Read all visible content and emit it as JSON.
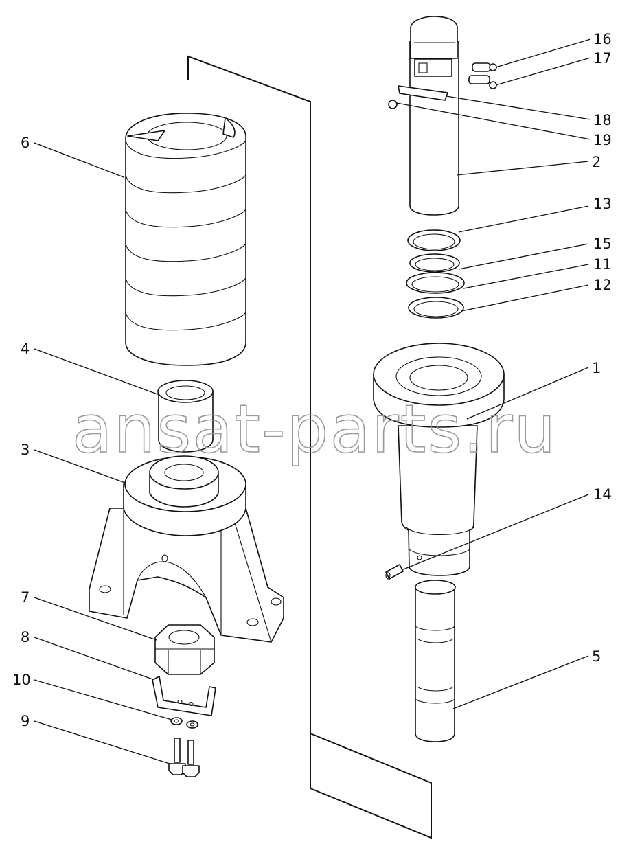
{
  "watermark": "ansat-parts.ru",
  "callouts": [
    {
      "id": "6",
      "label": "6"
    },
    {
      "id": "4",
      "label": "4"
    },
    {
      "id": "3",
      "label": "3"
    },
    {
      "id": "7",
      "label": "7"
    },
    {
      "id": "8",
      "label": "8"
    },
    {
      "id": "10",
      "label": "10"
    },
    {
      "id": "9",
      "label": "9"
    },
    {
      "id": "16",
      "label": "16"
    },
    {
      "id": "17",
      "label": "17"
    },
    {
      "id": "18",
      "label": "18"
    },
    {
      "id": "19",
      "label": "19"
    },
    {
      "id": "2",
      "label": "2"
    },
    {
      "id": "13",
      "label": "13"
    },
    {
      "id": "15",
      "label": "15"
    },
    {
      "id": "11",
      "label": "11"
    },
    {
      "id": "12",
      "label": "12"
    },
    {
      "id": "1",
      "label": "1"
    },
    {
      "id": "14",
      "label": "14"
    },
    {
      "id": "5",
      "label": "5"
    }
  ]
}
